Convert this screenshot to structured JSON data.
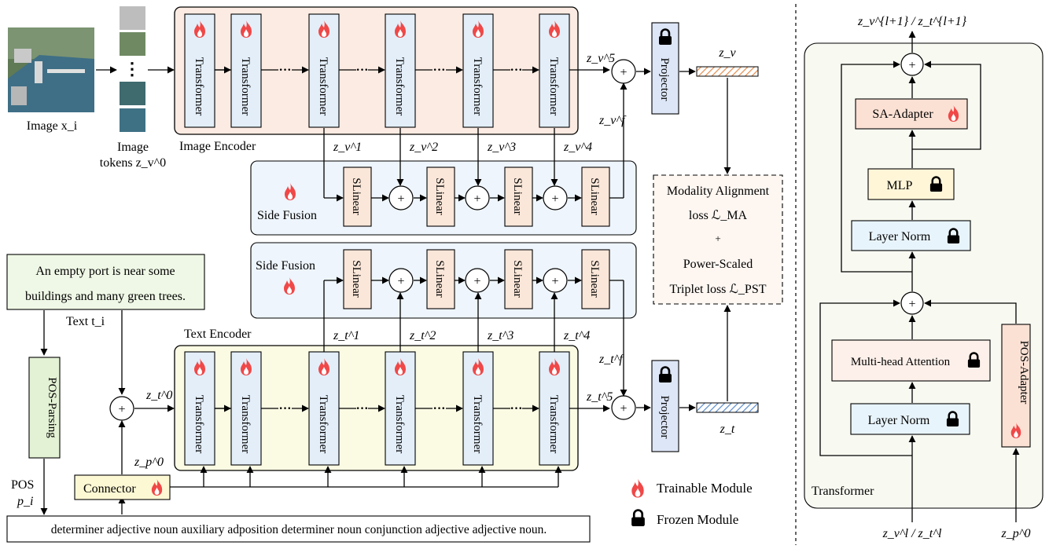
{
  "image_encoder": {
    "title": "Image Encoder",
    "blocks": [
      "Transformer",
      "Transformer",
      "Transformer",
      "Transformer",
      "Transformer",
      "Transformer"
    ],
    "out_label": "z_v^5",
    "fused_label": "z_v^f",
    "projector": "Projector",
    "embedding_label": "z_v",
    "taps": [
      "z_v^1",
      "z_v^2",
      "z_v^3",
      "z_v^4"
    ]
  },
  "text_encoder": {
    "title": "Text Encoder",
    "blocks": [
      "Transformer",
      "Transformer",
      "Transformer",
      "Transformer",
      "Transformer",
      "Transformer"
    ],
    "in_label": "z_t^0",
    "out_label": "z_t^5",
    "fused_label": "z_t^f",
    "projector": "Projector",
    "embedding_label": "z_t",
    "taps": [
      "z_t^1",
      "z_t^2",
      "z_t^3",
      "z_t^4"
    ]
  },
  "image_input": {
    "caption": "Image x_i",
    "tokens_caption_line1": "Image",
    "tokens_caption_line2": "tokens z_v^0",
    "ellipsis": "⋮"
  },
  "side_fusion_image": {
    "title": "Side Fusion",
    "slinear": [
      "SLinear",
      "SLinear",
      "SLinear",
      "SLinear"
    ]
  },
  "side_fusion_text": {
    "title": "Side Fusion",
    "slinear": [
      "SLinear",
      "SLinear",
      "SLinear",
      "SLinear"
    ]
  },
  "text_input": {
    "caption_line1": "An empty port is near some",
    "caption_line2": "buildings and many green trees.",
    "label": "Text t_i"
  },
  "pos_parsing": {
    "label": "POS-Parsing",
    "pos_label_line1": "POS",
    "pos_label_line2": "p_i"
  },
  "pos_sequence": "determiner adjective noun auxiliary adposition determiner noun conjunction adjective adjective noun.",
  "connector": {
    "label": "Connector",
    "out_label": "z_p^0"
  },
  "loss": {
    "line1": "Modality Alignment",
    "line2": "loss ℒ_MA",
    "plus": "+",
    "line3": "Power-Scaled",
    "line4": "Triplet loss ℒ_PST"
  },
  "legend": {
    "trainable": "Trainable Module",
    "frozen": "Frozen Module"
  },
  "transformer_detail": {
    "title": "Transformer",
    "output_label": "z_v^{l+1} / z_t^{l+1}",
    "sa_adapter": "SA-Adapter",
    "mlp": "MLP",
    "layer_norm_1": "Layer Norm",
    "mha": "Multi-head Attention",
    "layer_norm_2": "Layer Norm",
    "pos_adapter": "POS-Adapter",
    "input_label": "z_v^l / z_t^l",
    "pos_input_label": "z_p^0"
  },
  "colors": {
    "encoder_image_bg": "#fcebe2",
    "encoder_text_bg": "#fbfbe4",
    "transformer_block": "#e3eef9",
    "fusion_bg": "#eef5fc",
    "slinear_bg": "#fbe7d9",
    "projector_bg": "#dde6f7",
    "text_box_bg": "#eff8e6",
    "pos_parse_bg": "#e3f1d4",
    "connector_bg": "#fdf8d4",
    "loss_bg": "#fdf6f1",
    "detail_bg": "#f8faf2",
    "mlp_bg": "#fff6d8",
    "layernorm_bg": "#e8f4fb",
    "sa_adapter_bg": "#fbe1d4",
    "mha_bg": "#fdf0ea",
    "flame": "#f04848"
  }
}
